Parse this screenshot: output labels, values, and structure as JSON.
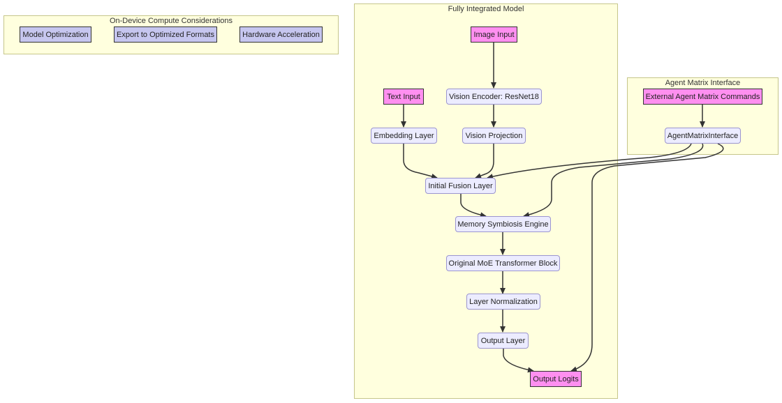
{
  "clusters": {
    "compute": {
      "title": "On-Device Compute Considerations"
    },
    "model": {
      "title": "Fully Integrated Model"
    },
    "agent": {
      "title": "Agent Matrix Interface"
    }
  },
  "nodes": {
    "model_optimization": "Model Optimization",
    "export_formats": "Export to Optimized Formats",
    "hardware_acceleration": "Hardware Acceleration",
    "image_input": "Image Input",
    "text_input": "Text Input",
    "vision_encoder": "Vision Encoder: ResNet18",
    "embedding_layer": "Embedding Layer",
    "vision_projection": "Vision Projection",
    "initial_fusion": "Initial Fusion Layer",
    "memory_symbiosis": "Memory Symbiosis Engine",
    "moe_block": "Original MoE Transformer Block",
    "layer_norm": "Layer Normalization",
    "output_layer": "Output Layer",
    "output_logits": "Output Logits",
    "external_commands": "External Agent Matrix Commands",
    "agent_interface": "AgentMatrixInterface"
  },
  "colors": {
    "cluster_fill": "#ffffde",
    "node_fill": "#ececff",
    "io_fill": "#ff8ff0",
    "optimization_fill": "#c6c6ef",
    "edge": "#333333"
  }
}
